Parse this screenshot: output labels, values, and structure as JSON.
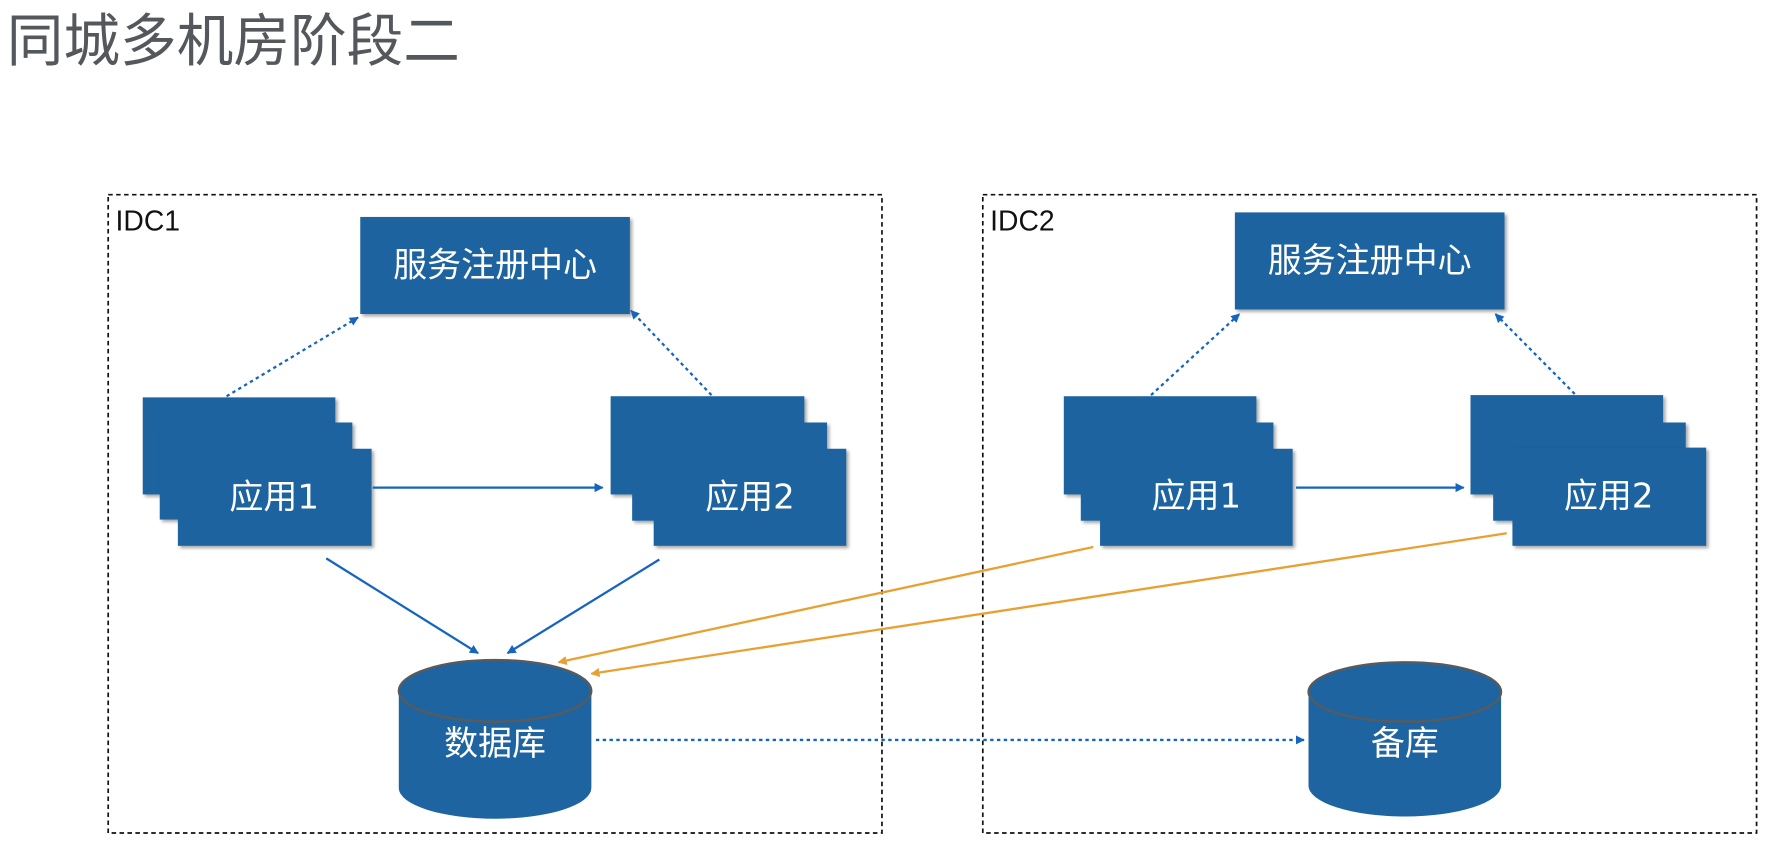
{
  "title": "同城多机房阶段二",
  "colors": {
    "node": "#1e64a0",
    "arrow_blue": "#1565c0",
    "arrow_orange": "#e8a032",
    "db_outline": "#5a5a5a",
    "frame": "#111111",
    "title": "#54585d"
  },
  "idc1": {
    "label": "IDC1",
    "registry": "服务注册中心",
    "app1": "应用1",
    "app2": "应用2",
    "database": "数据库"
  },
  "idc2": {
    "label": "IDC2",
    "registry": "服务注册中心",
    "app1": "应用1",
    "app2": "应用2",
    "database": "备库"
  },
  "connections": [
    {
      "from": "idc1.app1",
      "to": "idc1.registry",
      "style": "dotted",
      "color": "blue"
    },
    {
      "from": "idc1.app2",
      "to": "idc1.registry",
      "style": "dotted",
      "color": "blue"
    },
    {
      "from": "idc1.app1",
      "to": "idc1.app2",
      "style": "solid",
      "color": "blue"
    },
    {
      "from": "idc1.app1",
      "to": "idc1.database",
      "style": "solid",
      "color": "blue"
    },
    {
      "from": "idc1.app2",
      "to": "idc1.database",
      "style": "solid",
      "color": "blue"
    },
    {
      "from": "idc2.app1",
      "to": "idc2.registry",
      "style": "dotted",
      "color": "blue"
    },
    {
      "from": "idc2.app2",
      "to": "idc2.registry",
      "style": "dotted",
      "color": "blue"
    },
    {
      "from": "idc2.app1",
      "to": "idc2.app2",
      "style": "solid",
      "color": "blue"
    },
    {
      "from": "idc2.app1",
      "to": "idc1.database",
      "style": "solid",
      "color": "orange"
    },
    {
      "from": "idc2.app2",
      "to": "idc1.database",
      "style": "solid",
      "color": "orange"
    },
    {
      "from": "idc1.database",
      "to": "idc2.database",
      "style": "dotted",
      "color": "blue"
    }
  ]
}
